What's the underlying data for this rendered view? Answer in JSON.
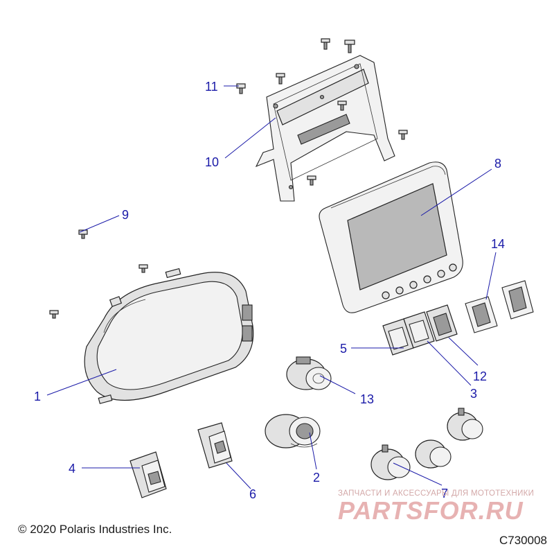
{
  "diagram": {
    "callouts": [
      "1",
      "2",
      "3",
      "4",
      "5",
      "6",
      "7",
      "8",
      "9",
      "10",
      "11",
      "12",
      "13",
      "14"
    ],
    "copyright": "© 2020 Polaris Industries Inc.",
    "figure_id": "C730008",
    "watermark": {
      "tagline": "ЗАПЧАСТИ И АКСЕССУАРЫ ДЛЯ МОТОТЕХНИКИ",
      "brand": "PARTSFOR.RU"
    }
  }
}
